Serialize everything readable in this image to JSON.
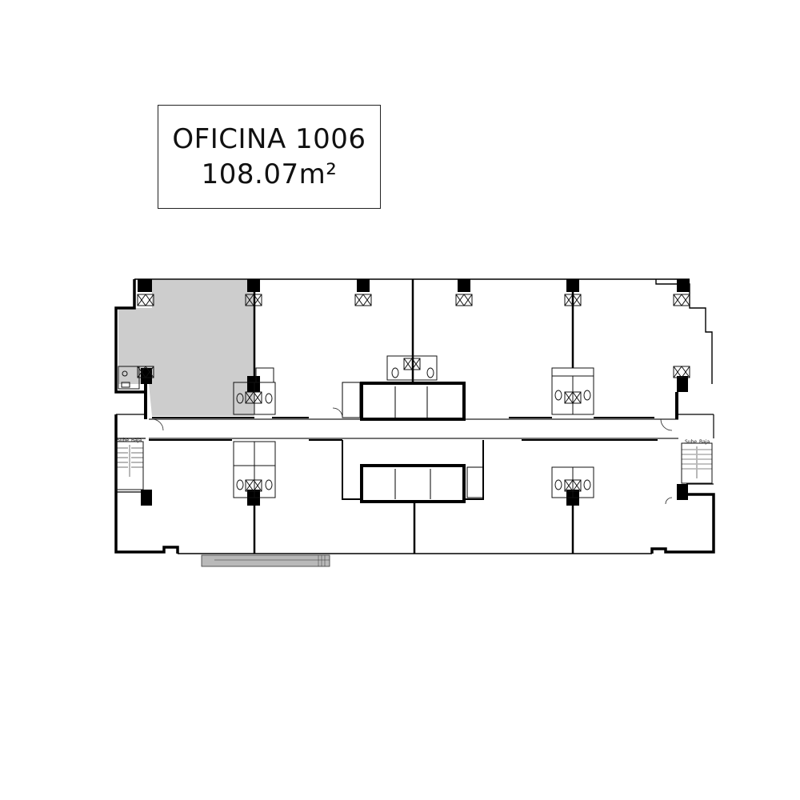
{
  "unit": {
    "name": "OFICINA 1006",
    "area": "108.07m²"
  },
  "stairs_left": {
    "up_label": "Sube",
    "down_label": "Baja"
  },
  "stairs_right": {
    "up_label": "Sube",
    "down_label": "Baja"
  },
  "colors": {
    "highlight": "#cdcdcd",
    "wall": "#000000",
    "line": "#222222",
    "terrace": "#b9b9b9"
  }
}
